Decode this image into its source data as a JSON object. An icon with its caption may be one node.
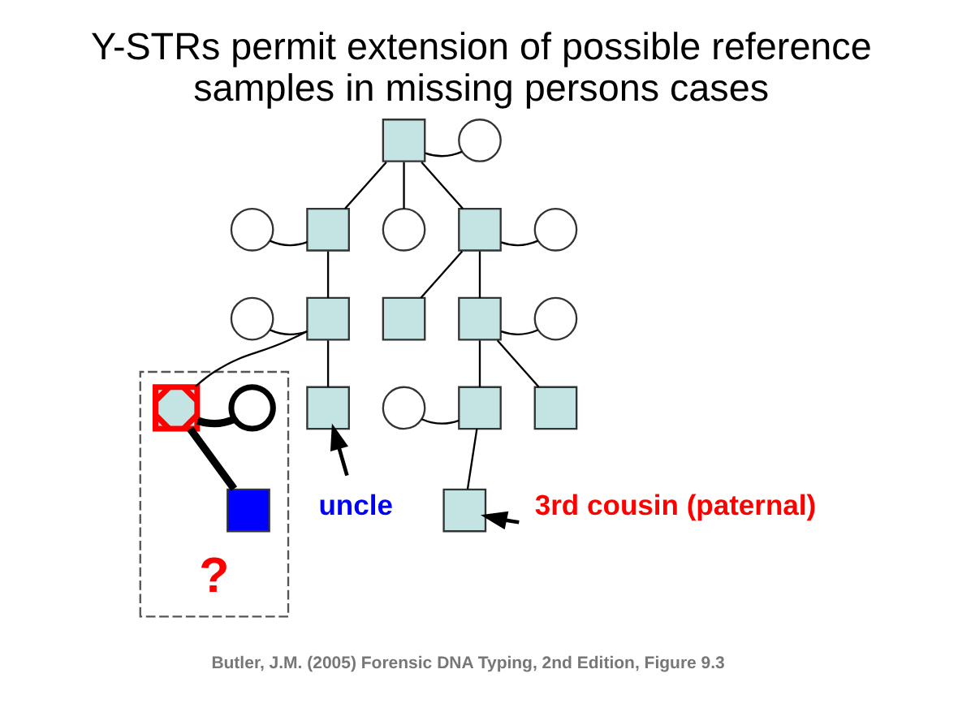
{
  "diagram": {
    "title": "Y-STRs permit extension of possible reference samples in missing persons cases",
    "caption": "Butler, J.M. (2005) Forensic DNA Typing, 2nd Edition, Figure 9.3",
    "nodes": [
      {
        "text": [],
        "shape": "box"
      },
      {
        "text": [],
        "shape": "circle"
      },
      {
        "text": [],
        "shape": "circle"
      },
      {
        "text": [],
        "shape": "box"
      },
      {
        "text": [],
        "shape": "circle"
      },
      {
        "text": [],
        "shape": "box"
      },
      {
        "text": [],
        "shape": "circle"
      },
      {
        "text": [],
        "shape": "circle"
      },
      {
        "text": [],
        "shape": "box"
      },
      {
        "text": [],
        "shape": "box"
      },
      {
        "text": [],
        "shape": "box"
      },
      {
        "text": [],
        "shape": "circle"
      },
      {
        "text": [],
        "shape": "box"
      },
      {
        "text": [
          "?"
        ]
      },
      {
        "text": [],
        "shape": "box",
        "in": 13
      },
      {
        "text": [],
        "shape": "circle",
        "in": 13
      },
      {
        "text": [],
        "shape": "box",
        "in": 13
      },
      {
        "text": [],
        "shape": "circle"
      },
      {
        "text": [],
        "shape": "box"
      },
      {
        "text": [],
        "shape": "box"
      },
      {
        "text": [],
        "shape": "box"
      },
      {
        "text": [
          "uncle"
        ]
      },
      {
        "text": [
          "3rd cousin (paternal)"
        ]
      }
    ],
    "edges": [
      {
        "from": 0,
        "to": 1,
        "arrow": "none"
      },
      {
        "from": 0,
        "to": 3,
        "arrow": "none"
      },
      {
        "from": 0,
        "to": 4,
        "arrow": "none"
      },
      {
        "from": 0,
        "to": 5,
        "arrow": "none"
      },
      {
        "from": 2,
        "to": 3,
        "arrow": "none"
      },
      {
        "from": 5,
        "to": 6,
        "arrow": "none"
      },
      {
        "from": 3,
        "to": 8,
        "arrow": "none"
      },
      {
        "from": 5,
        "to": 9,
        "arrow": "none"
      },
      {
        "from": 5,
        "to": 10,
        "arrow": "none"
      },
      {
        "from": 7,
        "to": 8,
        "arrow": "none"
      },
      {
        "from": 10,
        "to": 11,
        "arrow": "none"
      },
      {
        "from": 8,
        "to": 12,
        "arrow": "none"
      },
      {
        "from": 8,
        "to": 14,
        "arrow": "none"
      },
      {
        "from": 14,
        "to": 15,
        "arrow": "none",
        "style": "thick"
      },
      {
        "from": 14,
        "to": 16,
        "arrow": "none",
        "style": "thick"
      },
      {
        "from": 10,
        "to": 18,
        "arrow": "none"
      },
      {
        "from": 10,
        "to": 19,
        "arrow": "none"
      },
      {
        "from": 17,
        "to": 18,
        "arrow": "none"
      },
      {
        "from": 18,
        "to": 20,
        "arrow": "none"
      },
      {
        "from": 21,
        "to": 12,
        "arrow": "to"
      },
      {
        "from": 22,
        "to": 20,
        "arrow": "to"
      }
    ]
  }
}
